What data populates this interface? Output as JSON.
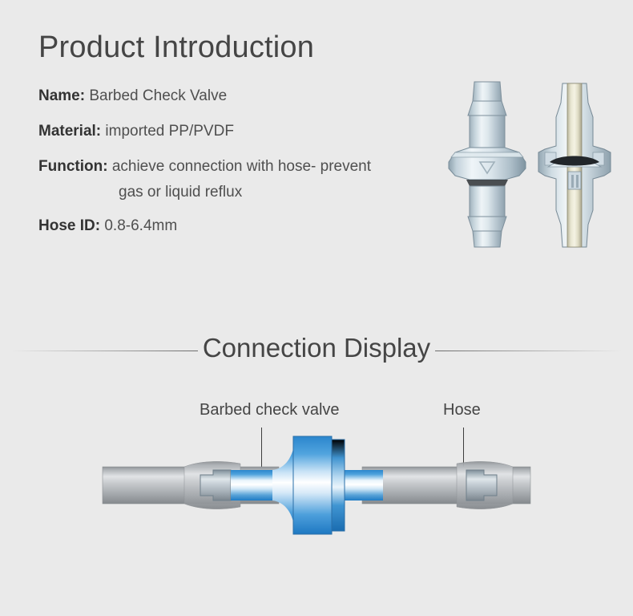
{
  "intro": {
    "title": "Product Introduction",
    "specs": [
      {
        "label": "Name:",
        "value": "Barbed Check Valve"
      },
      {
        "label": "Material:",
        "value": "imported PP/PVDF"
      },
      {
        "label": "Function:",
        "value": "achieve connection with hose- prevent",
        "continuation": "gas or liquid reflux"
      },
      {
        "label": "Hose ID:",
        "value": "0.8-6.4mm"
      }
    ],
    "photo": {
      "alt_left": "barbed-check-valve-exterior-view",
      "alt_right": "barbed-check-valve-cross-section",
      "flow_arrow": "downward-triangle-flow-direction-mark"
    }
  },
  "divider": {
    "section_title": "Connection Display"
  },
  "connection": {
    "callouts": [
      {
        "label": "Barbed check valve"
      },
      {
        "label": "Hose"
      }
    ],
    "diagram_alt": "barbed-check-valve-installed-between-two-hoses"
  },
  "colors": {
    "background": "#eaeaea",
    "title_text": "#454545",
    "label_text": "#333333",
    "value_text": "#4f4f4f",
    "valve_blue": "#2b8ad0",
    "valve_blue_light": "#eaf4fb",
    "hose_gray": "#a8aaac",
    "rule": "#555555"
  }
}
